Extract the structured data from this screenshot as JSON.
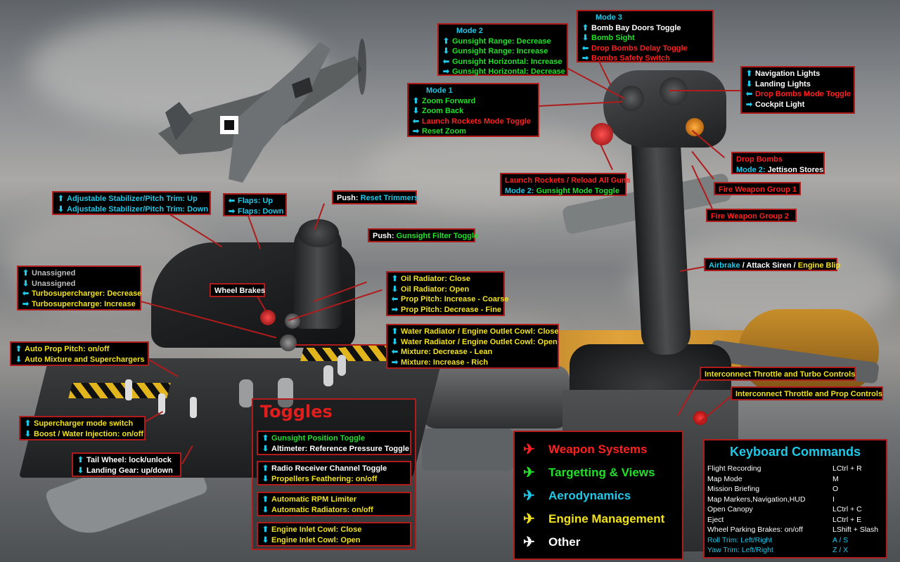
{
  "colors": {
    "weapon": "#ff2020",
    "targeting": "#22e02a",
    "aero": "#1ec8e8",
    "engine": "#f2e21c",
    "other": "#ffffff",
    "border": "#b01c1c"
  },
  "callouts": {
    "mode3": {
      "title": "Mode 3",
      "lines": [
        {
          "icon": "arrow-up",
          "text": "Bomb Bay Doors Toggle",
          "color": "w"
        },
        {
          "icon": "arrow-down",
          "text": "Bomb Sight",
          "color": "g"
        },
        {
          "icon": "arrow-left",
          "text": "Drop Bombs Delay Toggle",
          "color": "r"
        },
        {
          "icon": "arrow-right",
          "text": "Bombs Safety Switch",
          "color": "r"
        }
      ]
    },
    "mode2": {
      "title": "Mode 2",
      "lines": [
        {
          "icon": "arrow-up",
          "text": "Gunsight Range: Decrease",
          "color": "g"
        },
        {
          "icon": "arrow-down",
          "text": "Gunsight Range: Increase",
          "color": "g"
        },
        {
          "icon": "arrow-left",
          "text": "Gunsight Horizontal: Increase",
          "color": "g"
        },
        {
          "icon": "arrow-right",
          "text": "Gunsight Horizontal: Decrease",
          "color": "g"
        }
      ]
    },
    "mode1": {
      "title": "Mode 1",
      "lines": [
        {
          "icon": "arrow-up",
          "text": "Zoom Forward",
          "color": "g"
        },
        {
          "icon": "arrow-down",
          "text": "Zoom Back",
          "color": "g"
        },
        {
          "icon": "arrow-left",
          "text": "Launch Rockets Mode Toggle",
          "color": "r"
        },
        {
          "icon": "arrow-right",
          "text": "Reset Zoom",
          "color": "g"
        }
      ]
    },
    "hat4": {
      "lines": [
        {
          "icon": "arrow-up",
          "text": "Navigation Lights",
          "color": "w"
        },
        {
          "icon": "arrow-down",
          "text": "Landing Lights",
          "color": "w"
        },
        {
          "icon": "arrow-left",
          "text": "Drop Bombs Mode Toggle",
          "color": "r"
        },
        {
          "icon": "arrow-right",
          "text": "Cockpit Light",
          "color": "w"
        }
      ]
    },
    "drop_bombs": {
      "line1": "Drop Bombs",
      "mode_tag": "Mode 2:",
      "line2": "Jettison Stores"
    },
    "launch_rockets": {
      "line1": "Launch Rockets / Reload All Guns",
      "mode_tag": "Mode 2:",
      "line2": "Gunsight Mode Toggle"
    },
    "fire_group1": "Fire Weapon Group 1",
    "fire_group2": "Fire Weapon Group 2",
    "airbrake": {
      "a": "Airbrake",
      "sep1": " / ",
      "b": "Attack Siren",
      "sep2": " / ",
      "c": "Engine Blip"
    },
    "stabilizer": {
      "lines": [
        {
          "icon": "arrow-up",
          "text": "Adjustable Stabilizer/Pitch Trim: Up",
          "color": "c"
        },
        {
          "icon": "arrow-down",
          "text": "Adjustable Stabilizer/Pitch Trim: Down",
          "color": "c"
        }
      ]
    },
    "flaps": {
      "lines": [
        {
          "icon": "arrow-left",
          "text": "Flaps: Up",
          "color": "c"
        },
        {
          "icon": "arrow-right",
          "text": "Flaps: Down",
          "color": "c"
        }
      ]
    },
    "reset_trimmers": {
      "push": "Push:",
      "text": "Reset Trimmers"
    },
    "gunsight_filter": {
      "push": "Push:",
      "text": "Gunsight Filter Toggle"
    },
    "turbo": {
      "lines": [
        {
          "icon": "arrow-up",
          "text": "Unassigned",
          "color": "gy"
        },
        {
          "icon": "arrow-down",
          "text": "Unassigned",
          "color": "gy"
        },
        {
          "icon": "arrow-left",
          "text": "Turbosupercharger: Decrease",
          "color": "y"
        },
        {
          "icon": "arrow-right",
          "text": "Turbosupercharge: Increase",
          "color": "y"
        }
      ]
    },
    "wheel_brakes": "Wheel Brakes",
    "oil_radiator": {
      "lines": [
        {
          "icon": "arrow-up",
          "text": "Oil Radiator: Close",
          "color": "y"
        },
        {
          "icon": "arrow-down",
          "text": "Oil Radiator: Open",
          "color": "y"
        },
        {
          "icon": "arrow-left",
          "text": "Prop Pitch: Increase - Coarse",
          "color": "y"
        },
        {
          "icon": "arrow-right",
          "text": "Prop Pitch: Decrease - Fine",
          "color": "y"
        }
      ]
    },
    "water_radiator": {
      "lines": [
        {
          "icon": "arrow-up",
          "text": "Water Radiator / Engine Outlet Cowl: Close",
          "color": "y"
        },
        {
          "icon": "arrow-down",
          "text": "Water Radiator / Engine Outlet Cowl: Open",
          "color": "y"
        },
        {
          "icon": "arrow-left",
          "text": "Mixture: Decrease - Lean",
          "color": "y"
        },
        {
          "icon": "arrow-right",
          "text": "Mixture: Increase - Rich",
          "color": "y"
        }
      ]
    },
    "auto_prop": {
      "lines": [
        {
          "icon": "arrow-up",
          "text": "Auto Prop Pitch: on/off",
          "color": "y"
        },
        {
          "icon": "arrow-down",
          "text": "Auto Mixture and Superchargers",
          "color": "y"
        }
      ]
    },
    "supercharger": {
      "lines": [
        {
          "icon": "arrow-up",
          "text": "Supercharger mode switch",
          "color": "y"
        },
        {
          "icon": "arrow-down",
          "text": "Boost / Water Injection: on/off",
          "color": "y"
        }
      ]
    },
    "tail_wheel": {
      "lines": [
        {
          "icon": "arrow-up",
          "text": "Tail Wheel: lock/unlock",
          "color": "w"
        },
        {
          "icon": "arrow-down",
          "text": "Landing Gear: up/down",
          "color": "w"
        }
      ]
    },
    "interconnect_turbo": "Interconnect Throttle and Turbo Controls",
    "interconnect_prop": "Interconnect Throttle and Prop Controls"
  },
  "toggles": {
    "title": "Toggles",
    "groups": [
      [
        {
          "icon": "arrow-up",
          "text": "Gunsight Position Toggle",
          "color": "g"
        },
        {
          "icon": "arrow-down",
          "text": "Altimeter: Reference Pressure Toggle",
          "color": "w"
        }
      ],
      [
        {
          "icon": "arrow-up",
          "text": "Radio Receiver Channel Toggle",
          "color": "w"
        },
        {
          "icon": "arrow-down",
          "text": "Propellers Feathering: on/off",
          "color": "y"
        }
      ],
      [
        {
          "icon": "arrow-up",
          "text": "Automatic RPM Limiter",
          "color": "y"
        },
        {
          "icon": "arrow-down",
          "text": "Automatic Radiators: on/off",
          "color": "y"
        }
      ],
      [
        {
          "icon": "arrow-up",
          "text": "Engine Inlet Cowl: Close",
          "color": "y"
        },
        {
          "icon": "arrow-down",
          "text": "Engine Inlet Cowl: Open",
          "color": "y"
        }
      ]
    ]
  },
  "legend": [
    {
      "label": "Weapon Systems",
      "color": "#ff2020"
    },
    {
      "label": "Targetting & Views",
      "color": "#22e02a"
    },
    {
      "label": "Aerodynamics",
      "color": "#1ec8e8"
    },
    {
      "label": "Engine Management",
      "color": "#f2e21c"
    },
    {
      "label": "Other",
      "color": "#ffffff"
    }
  ],
  "keyboard": {
    "title": "Keyboard Commands",
    "rows": [
      {
        "action": "Flight Recording",
        "key": "LCtrl + R",
        "color": "w"
      },
      {
        "action": "Map Mode",
        "key": "M",
        "color": "w"
      },
      {
        "action": "Mission Briefing",
        "key": "O",
        "color": "w"
      },
      {
        "action": "Map Markers,Navigation,HUD",
        "key": "I",
        "color": "w"
      },
      {
        "action": "Open Canopy",
        "key": "LCtrl + C",
        "color": "w"
      },
      {
        "action": "Eject",
        "key": "LCtrl + E",
        "color": "w"
      },
      {
        "action": "Wheel Parking Brakes: on/off",
        "key": "LShift + Slash",
        "color": "w"
      },
      {
        "action": "Roll Trim: Left/Right",
        "key": "A / S",
        "color": "c"
      },
      {
        "action": "Yaw Trim: Left/Right",
        "key": "Z / X",
        "color": "c"
      }
    ]
  }
}
